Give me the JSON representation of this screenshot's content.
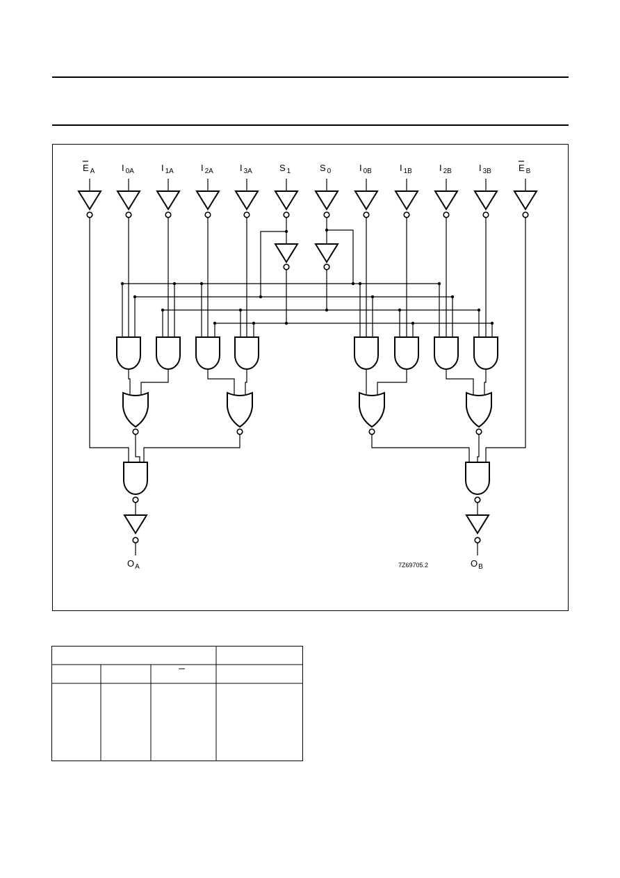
{
  "diagram": {
    "inputs": [
      {
        "main": "E",
        "sub": "A",
        "bar": true
      },
      {
        "main": "I",
        "sub": "0A",
        "bar": false
      },
      {
        "main": "I",
        "sub": "1A",
        "bar": false
      },
      {
        "main": "I",
        "sub": "2A",
        "bar": false
      },
      {
        "main": "I",
        "sub": "3A",
        "bar": false
      },
      {
        "main": "S",
        "sub": "1",
        "bar": false
      },
      {
        "main": "S",
        "sub": "0",
        "bar": false
      },
      {
        "main": "I",
        "sub": "0B",
        "bar": false
      },
      {
        "main": "I",
        "sub": "1B",
        "bar": false
      },
      {
        "main": "I",
        "sub": "2B",
        "bar": false
      },
      {
        "main": "I",
        "sub": "3B",
        "bar": false
      },
      {
        "main": "E",
        "sub": "B",
        "bar": true
      }
    ],
    "outputs": [
      {
        "main": "O",
        "sub": "A"
      },
      {
        "main": "O",
        "sub": "B"
      }
    ],
    "figure_code": "7Z69705.2"
  },
  "table": {
    "header_rows": 2,
    "columns": 4,
    "body_rows": 1
  }
}
